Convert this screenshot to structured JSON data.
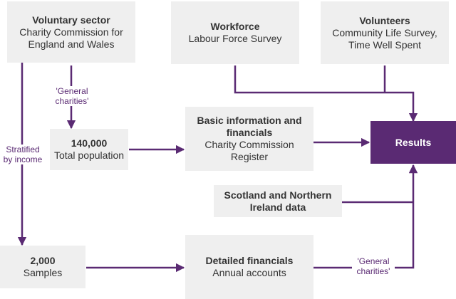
{
  "colors": {
    "accent": "#5a2a73",
    "box_fill": "#efefef",
    "text": "#333333"
  },
  "nodes": {
    "voluntary": {
      "title": "Voluntary sector",
      "line1": "Charity Commission for",
      "line2": "England and Wales"
    },
    "workforce": {
      "title": "Workforce",
      "line1": "Labour Force Survey"
    },
    "volunteers": {
      "title": "Volunteers",
      "line1": "Community Life Survey,",
      "line2": "Time Well Spent"
    },
    "population": {
      "title": "140,000",
      "line1": "Total population"
    },
    "basic": {
      "title1": "Basic information and",
      "title2": "financials",
      "line1": "Charity Commission",
      "line2": "Register"
    },
    "results": {
      "title": "Results"
    },
    "scotland": {
      "title1": "Scotland and Northern",
      "title2": "Ireland data"
    },
    "samples": {
      "title": "2,000",
      "line1": "Samples"
    },
    "detailed": {
      "title": "Detailed financials",
      "line1": "Annual accounts"
    }
  },
  "edge_labels": {
    "general_top_1": "'General",
    "general_top_2": "charities'",
    "stratified_1": "Stratified",
    "stratified_2": "by income",
    "general_bottom_1": "'General",
    "general_bottom_2": "charities'"
  }
}
